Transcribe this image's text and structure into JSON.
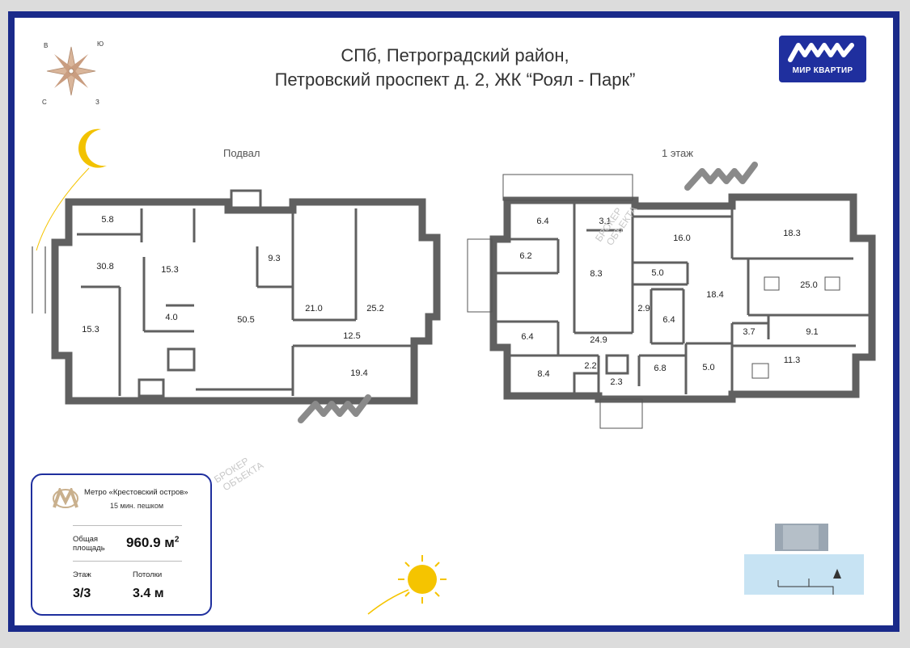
{
  "header": {
    "title_line1": "СПб, Петроградский район,",
    "title_line2": "Петровский проспект д. 2, ЖК “Роял - Парк”"
  },
  "logo": {
    "text": "МИР КВАРТИР",
    "icon": "mk-logo-icon",
    "color": "#1f2f9e"
  },
  "compass": {
    "n": "В",
    "ne": "Ю",
    "sw": "С",
    "se": "З"
  },
  "floors": {
    "basement_label": "Подвал",
    "first_label": "1 этаж"
  },
  "rooms_basement": [
    "5.8",
    "30.8",
    "15.3",
    "4.0",
    "15.3",
    "50.5",
    "9.3",
    "21.0",
    "25.2",
    "12.5",
    "19.4"
  ],
  "rooms_first": [
    "6.4",
    "3.1",
    "16.0",
    "18.3",
    "6.2",
    "8.3",
    "5.0",
    "25.0",
    "18.4",
    "2.9",
    "6.4",
    "6.4",
    "24.9",
    "3.7",
    "9.1",
    "8.4",
    "2.2",
    "2.3",
    "6.8",
    "5.0",
    "11.3"
  ],
  "watermark": {
    "text_line1": "БРОКЕР",
    "text_line2": "ОБЪЕКТА"
  },
  "info": {
    "metro": "Метро «Крестовский остров»",
    "walk": "15 мин. пешком",
    "area_label_1": "Общая",
    "area_label_2": "площадь",
    "area_value": "960.9 м",
    "area_unit_sup": "2",
    "floor_caption": "Этаж",
    "floor_value": "3/3",
    "ceiling_caption": "Потолки",
    "ceiling_value": "3.4 м"
  },
  "colors": {
    "frame": "#1a2a8a",
    "wall": "#606060",
    "accent": "#1f2f9e",
    "sun": "#f5c400",
    "moon": "#f2c200"
  }
}
